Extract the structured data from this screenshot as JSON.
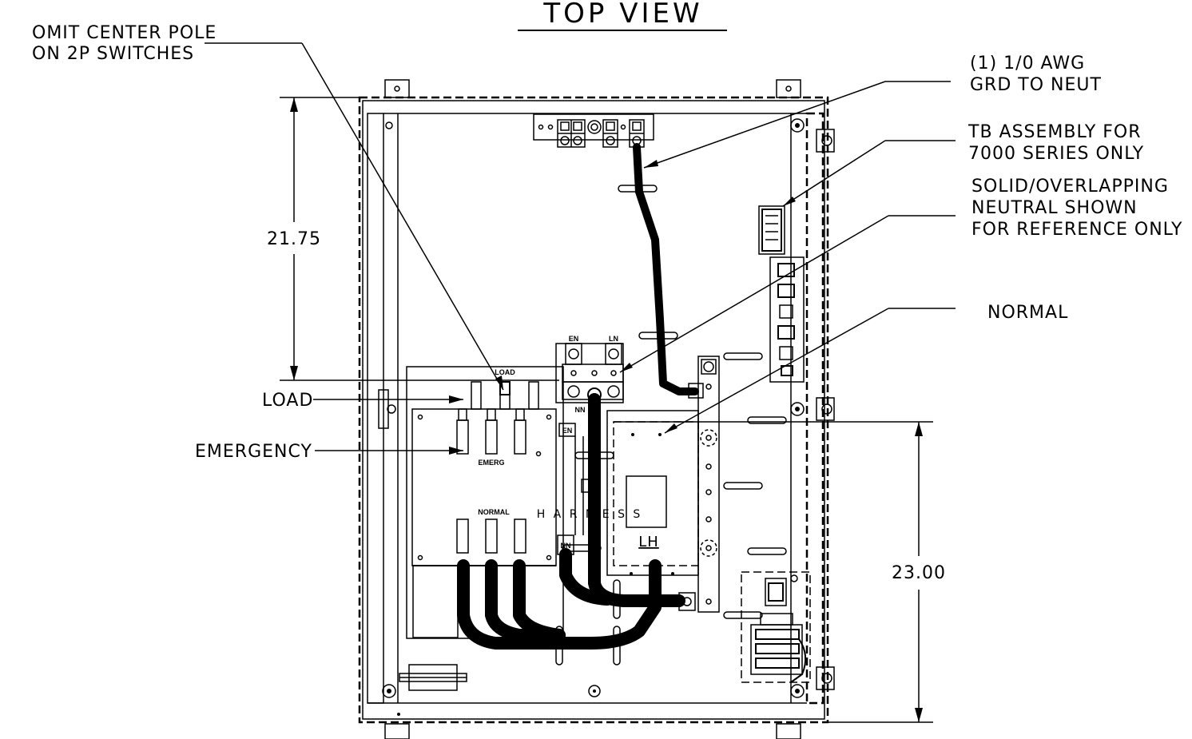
{
  "title": "TOP VIEW",
  "callouts": {
    "omit_center_pole": [
      "OMIT CENTER POLE",
      "ON 2P SWITCHES"
    ],
    "ground": [
      "(1) 1/0 AWG",
      "GRD TO NEUT"
    ],
    "tb_assembly": [
      "TB ASSEMBLY FOR",
      "7000 SERIES ONLY"
    ],
    "neutral": [
      "SOLID/OVERLAPPING",
      "NEUTRAL SHOWN",
      "FOR REFERENCE ONLY"
    ],
    "normal": "NORMAL",
    "load": "LOAD",
    "emergency": "EMERGENCY"
  },
  "dimensions": {
    "upper": "21.75",
    "lower": "23.00"
  },
  "component_labels": {
    "load": "LOAD",
    "emerg": "EMERG",
    "normal": "NORMAL",
    "en_top": "EN",
    "ln_top": "LN",
    "nn_top": "NN",
    "en_side": "EN",
    "nn_side": "NN",
    "harness": "H A R N E S S",
    "lh": "LH"
  }
}
